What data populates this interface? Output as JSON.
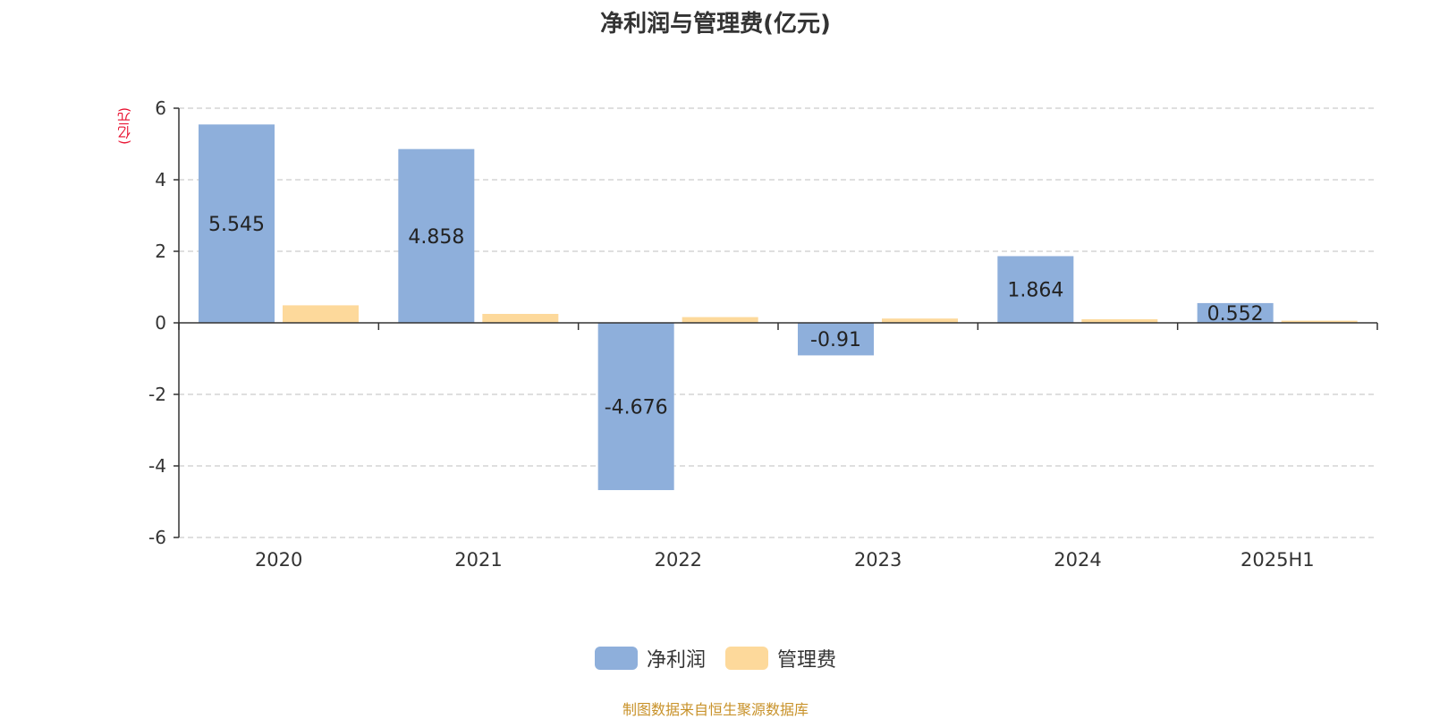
{
  "chart_data": {
    "type": "bar",
    "title": "净利润与管理费(亿元)",
    "y_unit": "(亿元)",
    "categories": [
      "2020",
      "2021",
      "2022",
      "2023",
      "2024",
      "2025H1"
    ],
    "series": [
      {
        "name": "净利润",
        "color": "#8eafdb",
        "values": [
          5.545,
          4.858,
          -4.676,
          -0.91,
          1.864,
          0.552
        ],
        "labels": [
          "5.545",
          "4.858",
          "-4.676",
          "-0.91",
          "1.864",
          "0.552"
        ]
      },
      {
        "name": "管理费",
        "color": "#fdd99b",
        "values": [
          0.49,
          0.25,
          0.16,
          0.12,
          0.1,
          0.06
        ]
      }
    ],
    "ylim": [
      -6,
      6
    ],
    "yticks": [
      -6,
      -4,
      -2,
      0,
      2,
      4,
      6
    ],
    "grid": true,
    "legend_position": "bottom"
  },
  "footer": {
    "source": "制图数据来自恒生聚源数据库"
  }
}
